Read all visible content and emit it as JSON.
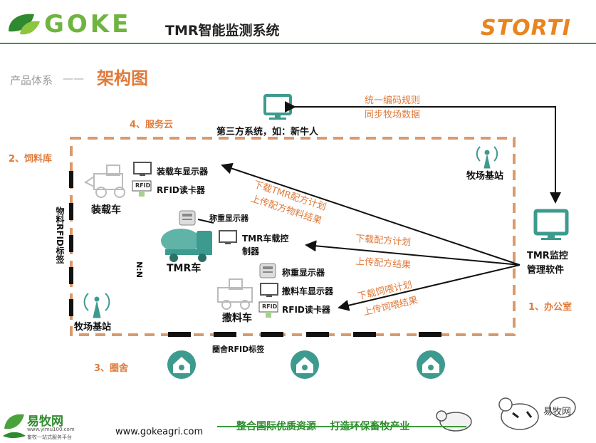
{
  "header": {
    "logo": "GOKE",
    "system_title": "TMR智能监测系统",
    "brand": "STORTI"
  },
  "breadcrumb": {
    "section": "产品体系",
    "dash": "——",
    "title": "架构图"
  },
  "zones": {
    "service_cloud": "4、服务云",
    "feed_store": "2、饲料库",
    "barn": "3、圈舍",
    "office": "1、办公室"
  },
  "nodes": {
    "third_party": "第三方系统，如：新牛人",
    "base_station_top": "牧场基站",
    "base_station_left": "牧场基站",
    "tmr_software_line1": "TMR监控",
    "tmr_software_line2": "管理软件",
    "loader": "装载车",
    "loader_display": "装载车显示器",
    "loader_rfid": "RFID读卡器",
    "rfid_chip": "RFID",
    "tmr_truck": "TMR车",
    "weigh_display_1": "称重显示器",
    "tmr_controller_line1": "TMR车载控",
    "tmr_controller_line2": "制器",
    "weigh_display_2": "称重显示器",
    "spreader_display": "撒料车显示器",
    "spreader_rfid": "RFID读卡器",
    "spreader_rfid_chip": "RFID",
    "spreader": "撒料车",
    "material_rfid_tags": "物料RFID标签",
    "barn_rfid_tags": "圈舍RFID标签",
    "nn": "N:N"
  },
  "flows": {
    "sync_line1": "统一编码规则",
    "sync_line2": "同步牧场数据",
    "loader_down": "下载TMR配方计划",
    "loader_up": "上传配方物料结果",
    "tmr_down": "下载配方计划",
    "tmr_up": "上传配方结果",
    "spreader_down": "下载饲喂计划",
    "spreader_up": "上传饲喂结果"
  },
  "footer": {
    "yimu_title": "易牧网",
    "yimu_url": "www.yimu100.com",
    "yimu_sub": "畜牧一站式服务平台",
    "url": "www.gokeagri.com",
    "slogan": "整合国际优质资源    打造环保畜牧产业",
    "watermark": "易牧网"
  },
  "colors": {
    "accent_orange": "#e07a3a",
    "dashed_border": "#d99a6c",
    "brand_green": "#6fb43f",
    "icon_teal": "#3d9a8f",
    "storti_orange": "#e8851f"
  }
}
